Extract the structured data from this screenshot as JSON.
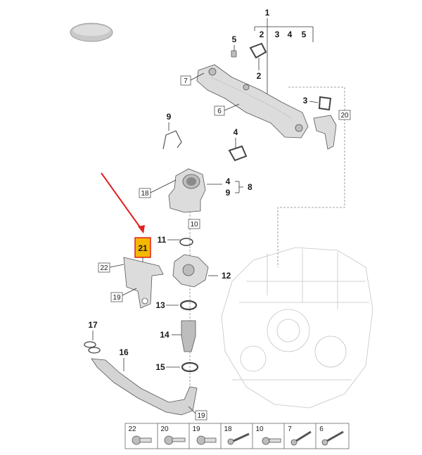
{
  "diagram": {
    "top_group": {
      "main": "1",
      "subs": [
        "2",
        "3",
        "4",
        "5"
      ]
    },
    "callouts": {
      "c2": "2",
      "c3": "3",
      "c4a": "4",
      "c5": "5",
      "c4b": "4",
      "c9b": "9",
      "c8": "8",
      "c9": "9",
      "c11": "11",
      "c12": "12",
      "c13": "13",
      "c14": "14",
      "c15": "15",
      "c16": "16",
      "c17": "17"
    },
    "boxed_refs": {
      "b7": "7",
      "b6": "6",
      "b20": "20",
      "b18": "18",
      "b10": "10",
      "b22": "22",
      "b19a": "19",
      "b19b": "19"
    },
    "highlight": {
      "label": "21",
      "color": "#f5b800",
      "border": "#e02020"
    },
    "arrow_color": "#e02020"
  },
  "fastener_strip": [
    {
      "label": "22"
    },
    {
      "label": "20"
    },
    {
      "label": "19"
    },
    {
      "label": "18"
    },
    {
      "label": "10"
    },
    {
      "label": "7"
    },
    {
      "label": "6"
    }
  ]
}
